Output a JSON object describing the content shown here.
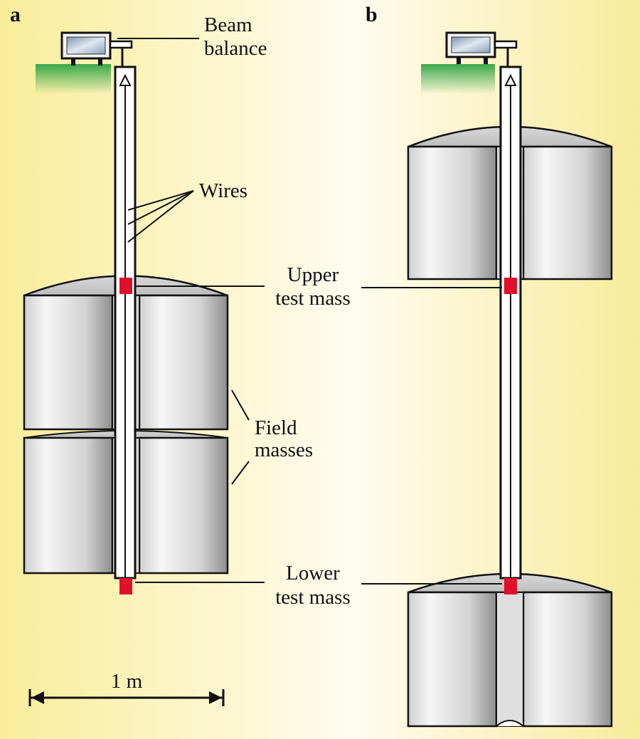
{
  "panels": {
    "a": "a",
    "b": "b"
  },
  "labels": {
    "beam_line1": "Beam",
    "beam_line2": "balance",
    "wires": "Wires",
    "upper_line1": "Upper",
    "upper_line2": "test mass",
    "field_line1": "Field",
    "field_line2": "masses",
    "lower_line1": "Lower",
    "lower_line2": "test mass",
    "scale": "1 m"
  },
  "colors": {
    "background_left": "#f9ed9a",
    "background_center": "#fffcf0",
    "background_right": "#f8eb9c",
    "ground": "#3aa84a",
    "test_mass": "#e0102a",
    "cylinder_light": "#f2f2f2",
    "cylinder_dark": "#8f8f8f",
    "outline": "#111111"
  }
}
